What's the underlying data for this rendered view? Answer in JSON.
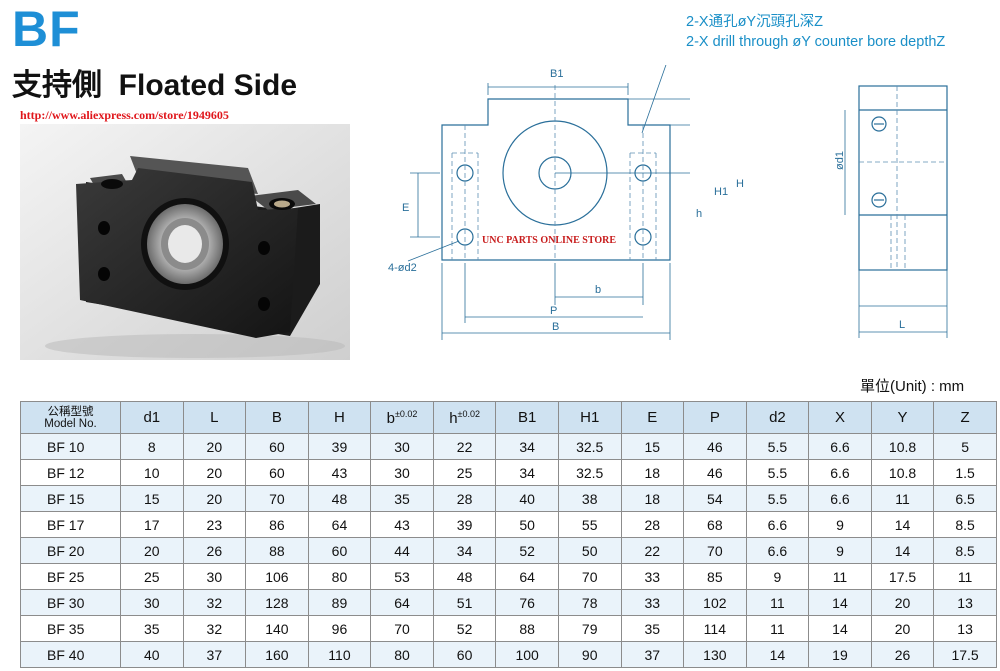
{
  "header": {
    "brand": "BF",
    "title_cn": "支持側",
    "title_en": "Floated Side",
    "url": "http://www.aliexpress.com/store/1949605"
  },
  "note": {
    "line1": "2-X通孔øY沉頭孔深Z",
    "line2": "2-X drill through øY counter bore depthZ"
  },
  "drawing": {
    "labels": {
      "B1": "B1",
      "E": "E",
      "h": "h",
      "H1": "H1",
      "H": "H",
      "holes": "4-ød2",
      "b": "b",
      "P": "P",
      "B": "B",
      "d1": "ød1",
      "L": "L"
    },
    "watermark": "UNC PARTS ONLINE STORE"
  },
  "unit_label": "單位(Unit) : mm",
  "table": {
    "model_header_cn": "公稱型號",
    "model_header_en": "Model No.",
    "headers": [
      {
        "label": "d1",
        "sup": ""
      },
      {
        "label": "L",
        "sup": ""
      },
      {
        "label": "B",
        "sup": ""
      },
      {
        "label": "H",
        "sup": ""
      },
      {
        "label": "b",
        "sup": "±0.02"
      },
      {
        "label": "h",
        "sup": "±0.02"
      },
      {
        "label": "B1",
        "sup": ""
      },
      {
        "label": "H1",
        "sup": ""
      },
      {
        "label": "E",
        "sup": ""
      },
      {
        "label": "P",
        "sup": ""
      },
      {
        "label": "d2",
        "sup": ""
      },
      {
        "label": "X",
        "sup": ""
      },
      {
        "label": "Y",
        "sup": ""
      },
      {
        "label": "Z",
        "sup": ""
      }
    ],
    "rows": [
      {
        "model": "BF  10",
        "values": [
          "8",
          "20",
          "60",
          "39",
          "30",
          "22",
          "34",
          "32.5",
          "15",
          "46",
          "5.5",
          "6.6",
          "10.8",
          "5"
        ]
      },
      {
        "model": "BF  12",
        "values": [
          "10",
          "20",
          "60",
          "43",
          "30",
          "25",
          "34",
          "32.5",
          "18",
          "46",
          "5.5",
          "6.6",
          "10.8",
          "1.5"
        ]
      },
      {
        "model": "BF  15",
        "values": [
          "15",
          "20",
          "70",
          "48",
          "35",
          "28",
          "40",
          "38",
          "18",
          "54",
          "5.5",
          "6.6",
          "11",
          "6.5"
        ]
      },
      {
        "model": "BF  17",
        "values": [
          "17",
          "23",
          "86",
          "64",
          "43",
          "39",
          "50",
          "55",
          "28",
          "68",
          "6.6",
          "9",
          "14",
          "8.5"
        ]
      },
      {
        "model": "BF  20",
        "values": [
          "20",
          "26",
          "88",
          "60",
          "44",
          "34",
          "52",
          "50",
          "22",
          "70",
          "6.6",
          "9",
          "14",
          "8.5"
        ]
      },
      {
        "model": "BF  25",
        "values": [
          "25",
          "30",
          "106",
          "80",
          "53",
          "48",
          "64",
          "70",
          "33",
          "85",
          "9",
          "11",
          "17.5",
          "11"
        ]
      },
      {
        "model": "BF  30",
        "values": [
          "30",
          "32",
          "128",
          "89",
          "64",
          "51",
          "76",
          "78",
          "33",
          "102",
          "11",
          "14",
          "20",
          "13"
        ]
      },
      {
        "model": "BF  35",
        "values": [
          "35",
          "32",
          "140",
          "96",
          "70",
          "52",
          "88",
          "79",
          "35",
          "114",
          "11",
          "14",
          "20",
          "13"
        ]
      },
      {
        "model": "BF  40",
        "values": [
          "40",
          "37",
          "160",
          "110",
          "80",
          "60",
          "100",
          "90",
          "37",
          "130",
          "14",
          "19",
          "26",
          "17.5"
        ]
      }
    ]
  }
}
